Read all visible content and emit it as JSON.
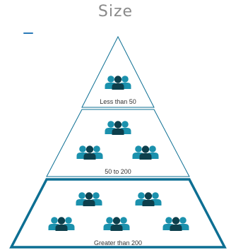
{
  "header": {
    "title": "Size"
  },
  "pyramid": {
    "tiers": [
      {
        "label": "Less than 50",
        "icon": "people-group-icon",
        "group_count": 1,
        "highlighted": false
      },
      {
        "label": "50 to 200",
        "icon": "people-group-icon",
        "group_count": 3,
        "highlighted": false
      },
      {
        "label": "Greater than 200",
        "icon": "people-group-icon",
        "group_count": 5,
        "highlighted": true
      }
    ]
  },
  "colors": {
    "icon_light": "#1b91ad",
    "icon_dark": "#0d3f4c",
    "outline": "#0d6f93",
    "title": "#8a8a8a",
    "accent_tick": "#2a7ab8"
  }
}
